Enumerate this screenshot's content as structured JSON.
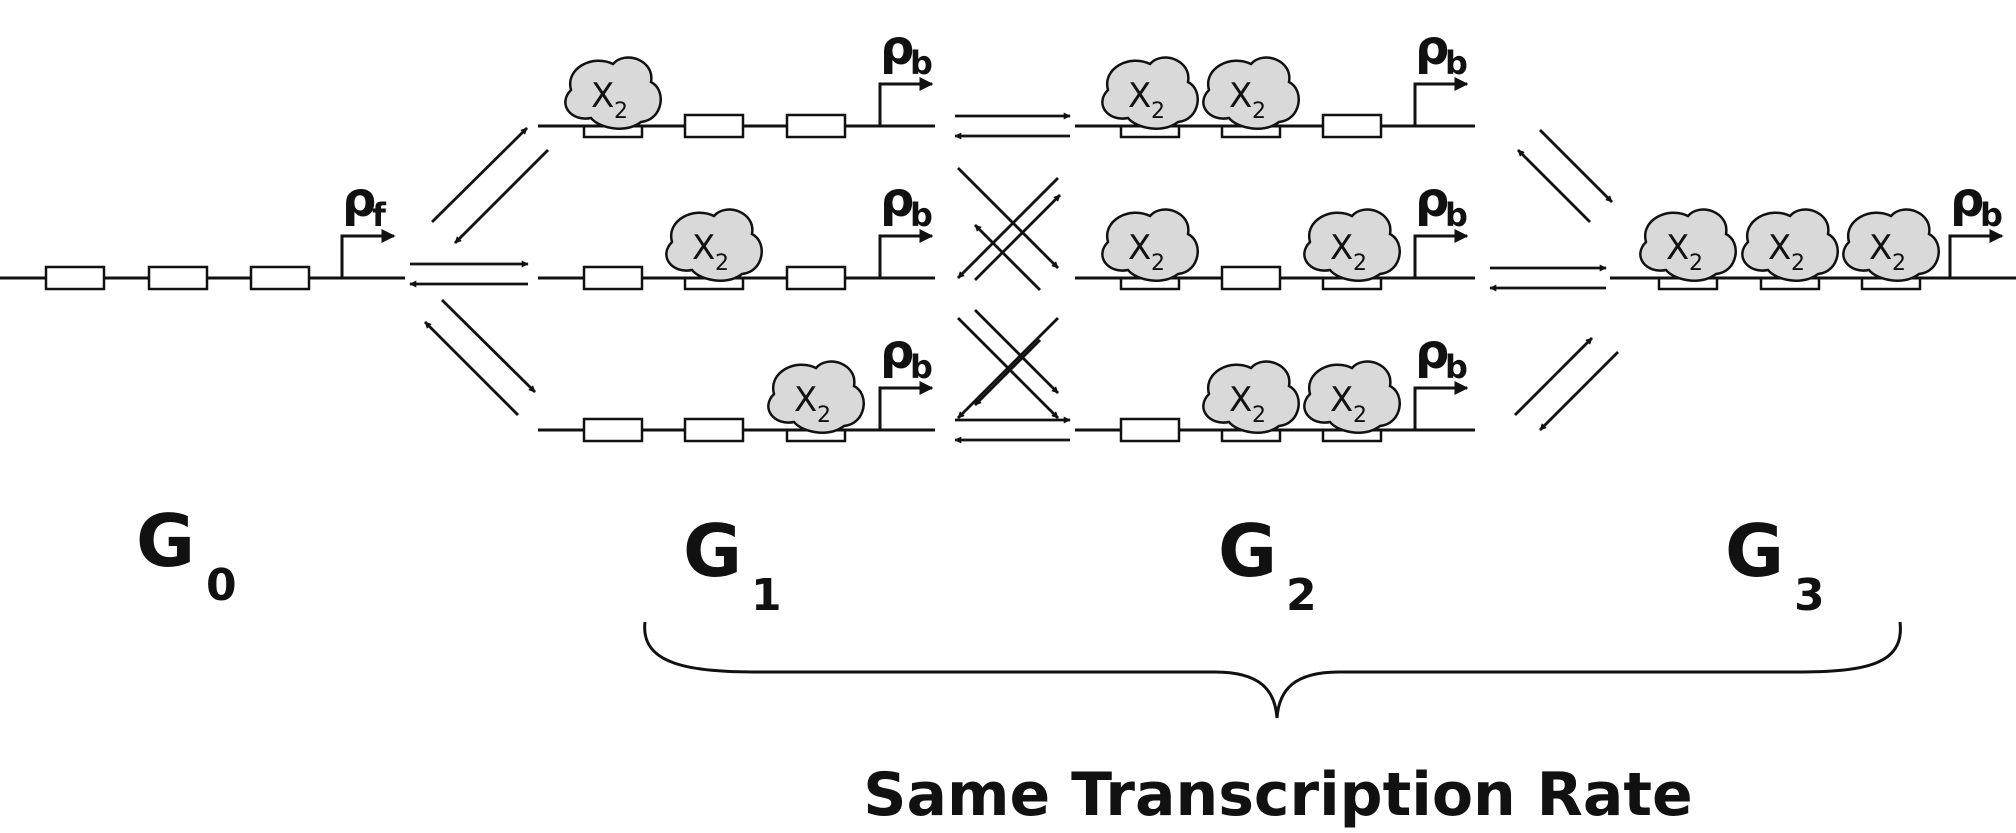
{
  "promoter": {
    "free_symbol": "ρ",
    "free_subscript": "f",
    "bound_symbol": "ρ",
    "bound_subscript": "b"
  },
  "protein": {
    "symbol": "X",
    "subscript": "2"
  },
  "states": [
    {
      "label": "G",
      "subscript": "0"
    },
    {
      "label": "G",
      "subscript": "1"
    },
    {
      "label": "G",
      "subscript": "2"
    },
    {
      "label": "G",
      "subscript": "3"
    }
  ],
  "brace_label": "Same Transcription Rate",
  "colors": {
    "line": "#111111",
    "protein_fill": "#d9d9d9",
    "background": "#ffffff"
  }
}
